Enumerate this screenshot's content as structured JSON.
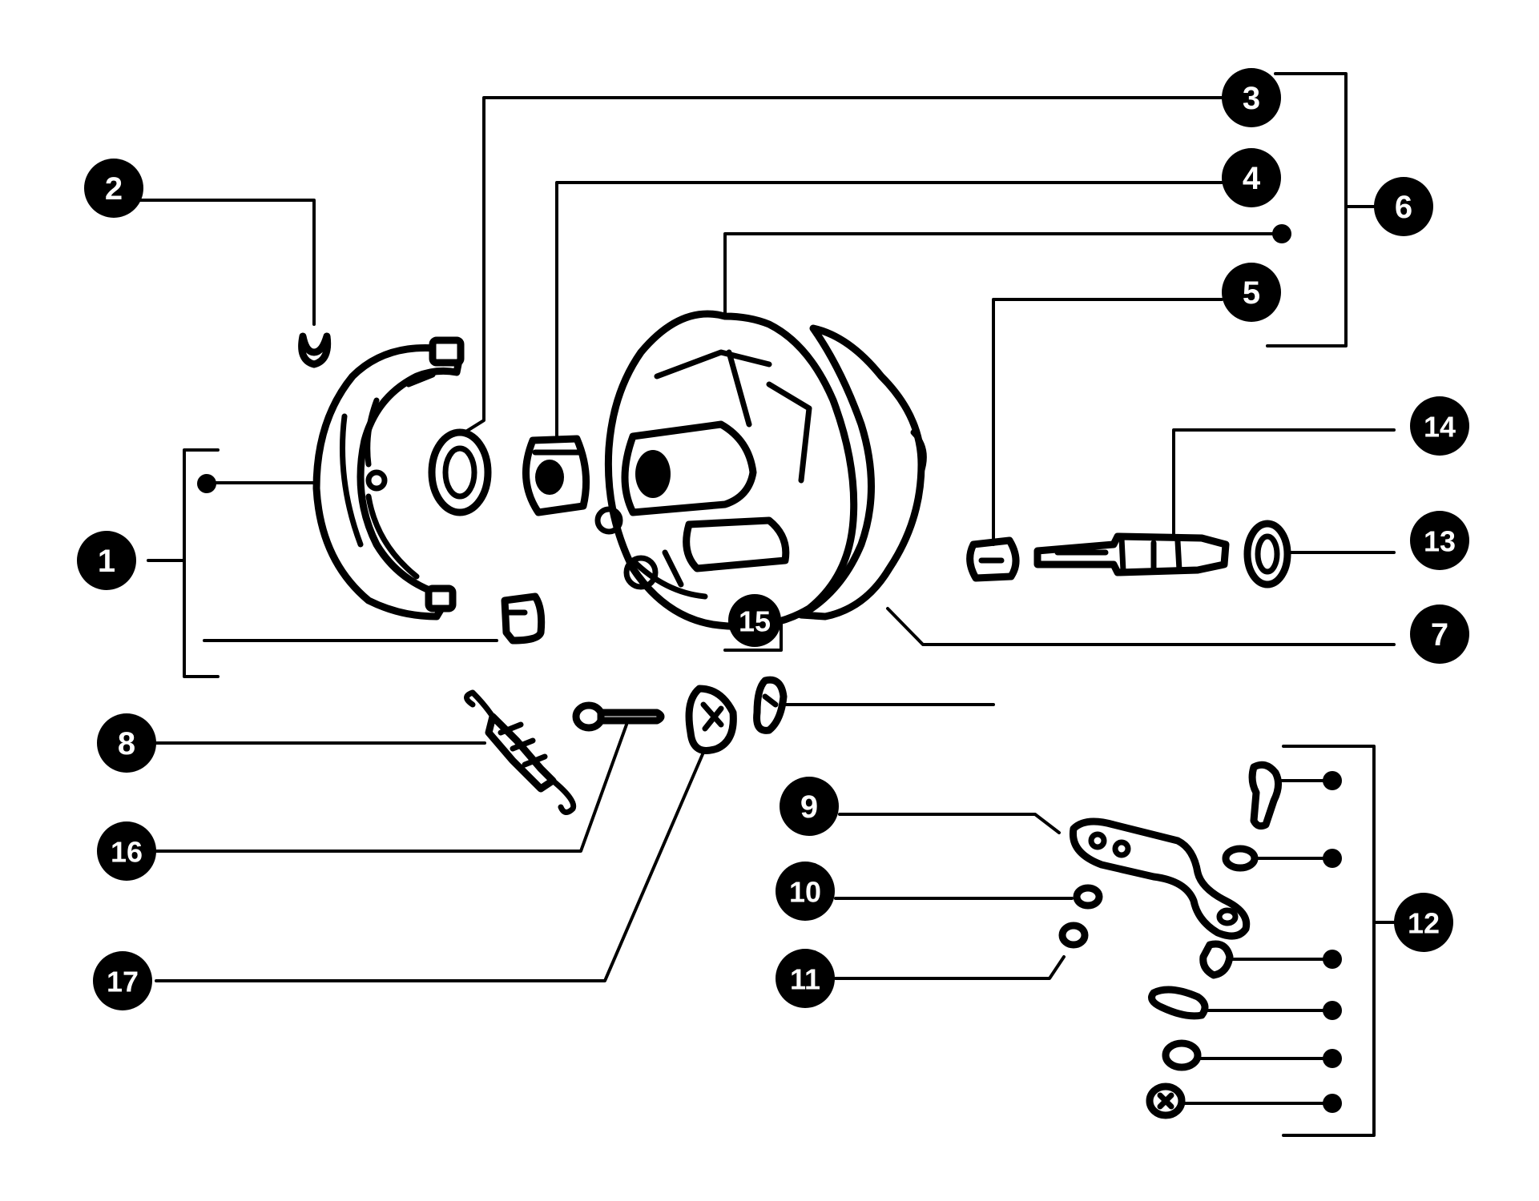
{
  "callouts": [
    {
      "id": "1",
      "label": "1"
    },
    {
      "id": "2",
      "label": "2"
    },
    {
      "id": "3",
      "label": "3"
    },
    {
      "id": "4",
      "label": "4"
    },
    {
      "id": "5",
      "label": "5"
    },
    {
      "id": "6",
      "label": "6"
    },
    {
      "id": "7",
      "label": "7"
    },
    {
      "id": "8",
      "label": "8"
    },
    {
      "id": "9",
      "label": "9"
    },
    {
      "id": "10",
      "label": "10"
    },
    {
      "id": "11",
      "label": "11"
    },
    {
      "id": "12",
      "label": "12"
    },
    {
      "id": "13",
      "label": "13"
    },
    {
      "id": "14",
      "label": "14"
    },
    {
      "id": "15",
      "label": "15"
    },
    {
      "id": "16",
      "label": "16"
    },
    {
      "id": "17",
      "label": "17"
    }
  ],
  "colors": {
    "ink": "#000000",
    "background": "#ffffff"
  }
}
